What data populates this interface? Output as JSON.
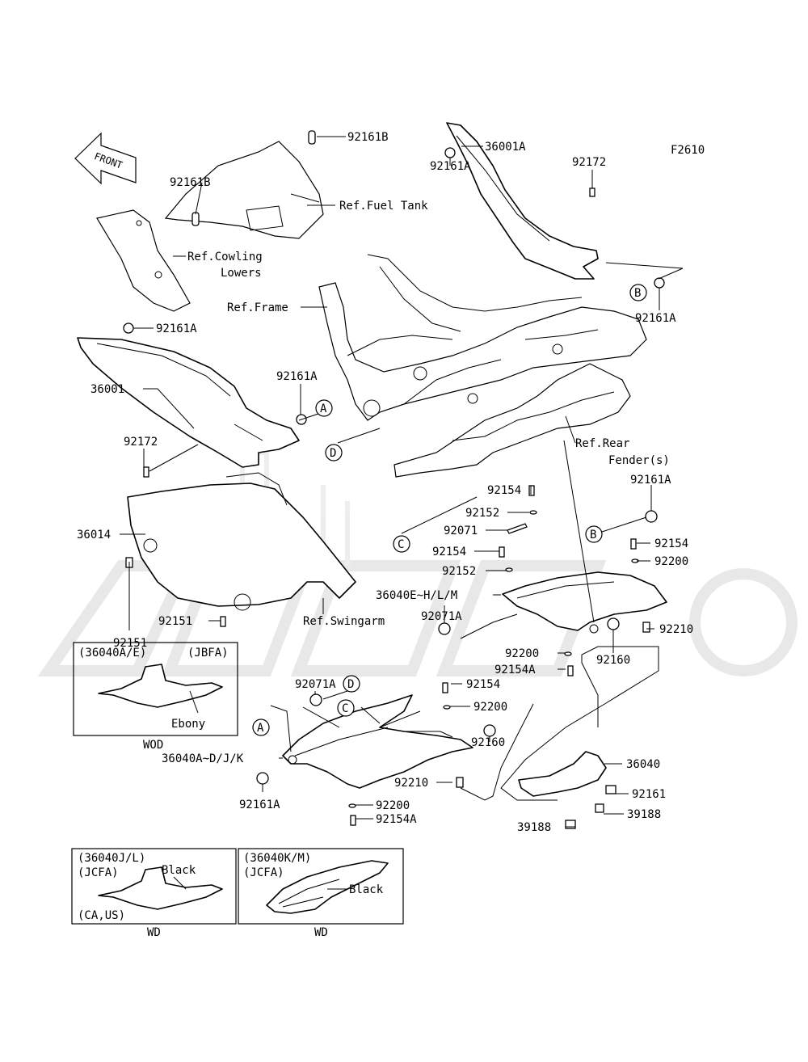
{
  "figure_code": "F2610",
  "front_label": "FRONT",
  "callouts": [
    {
      "id": "c1",
      "text": "92161B"
    },
    {
      "id": "c2",
      "text": "36001A"
    },
    {
      "id": "c3",
      "text": "92161B"
    },
    {
      "id": "c4",
      "text": "Ref.Fuel Tank"
    },
    {
      "id": "c5",
      "text": "92161A"
    },
    {
      "id": "c6",
      "text": "92172"
    },
    {
      "id": "c7",
      "text": "Ref.Cowling"
    },
    {
      "id": "c8",
      "text": "Lowers"
    },
    {
      "id": "c9",
      "text": "Ref.Frame"
    },
    {
      "id": "c10",
      "text": "92161A"
    },
    {
      "id": "c11",
      "text": "92161A"
    },
    {
      "id": "c12",
      "text": "92161A"
    },
    {
      "id": "c13",
      "text": "36001"
    },
    {
      "id": "c14",
      "text": "92172"
    },
    {
      "id": "c15",
      "text": "Ref.Rear"
    },
    {
      "id": "c16",
      "text": "Fender(s)"
    },
    {
      "id": "c17",
      "text": "92154"
    },
    {
      "id": "c18",
      "text": "92161A"
    },
    {
      "id": "c19",
      "text": "92152"
    },
    {
      "id": "c20",
      "text": "36014"
    },
    {
      "id": "c21",
      "text": "92071"
    },
    {
      "id": "c22",
      "text": "92154"
    },
    {
      "id": "c23",
      "text": "92154"
    },
    {
      "id": "c24",
      "text": "92200"
    },
    {
      "id": "c25",
      "text": "92152"
    },
    {
      "id": "c26",
      "text": "92151"
    },
    {
      "id": "c27",
      "text": "36040E~H/L/M"
    },
    {
      "id": "c28",
      "text": "92071A"
    },
    {
      "id": "c29",
      "text": "92151"
    },
    {
      "id": "c30",
      "text": "Ref.Swingarm"
    },
    {
      "id": "c31",
      "text": "92210"
    },
    {
      "id": "c32",
      "text": "92200"
    },
    {
      "id": "c33",
      "text": "92154A"
    },
    {
      "id": "c34",
      "text": "92160"
    },
    {
      "id": "c35",
      "text": "92071A"
    },
    {
      "id": "c36",
      "text": "92154"
    },
    {
      "id": "c37",
      "text": "92200"
    },
    {
      "id": "c38",
      "text": "36040A~D/J/K"
    },
    {
      "id": "c39",
      "text": "92160"
    },
    {
      "id": "c40",
      "text": "36040"
    },
    {
      "id": "c41",
      "text": "92210"
    },
    {
      "id": "c42",
      "text": "92161"
    },
    {
      "id": "c43",
      "text": "92161A"
    },
    {
      "id": "c44",
      "text": "92200"
    },
    {
      "id": "c45",
      "text": "39188"
    },
    {
      "id": "c46",
      "text": "92154A"
    },
    {
      "id": "c47",
      "text": "39188"
    }
  ],
  "ref_letters": [
    {
      "id": "rB1",
      "text": "B"
    },
    {
      "id": "rA1",
      "text": "A"
    },
    {
      "id": "rD1",
      "text": "D"
    },
    {
      "id": "rC1",
      "text": "C"
    },
    {
      "id": "rB2",
      "text": "B"
    },
    {
      "id": "rD2",
      "text": "D"
    },
    {
      "id": "rC2",
      "text": "C"
    },
    {
      "id": "rA2",
      "text": "A"
    }
  ],
  "variant_boxes": [
    {
      "id": "v1",
      "code": "(36040A/E)",
      "model": "(JBFA)",
      "color": "Ebony",
      "region": "",
      "caption": "WOD"
    },
    {
      "id": "v2",
      "code": "(36040J/L)",
      "model": "(JCFA)",
      "color": "Black",
      "region": "(CA,US)",
      "caption": "WD"
    },
    {
      "id": "v3",
      "code": "(36040K/M)",
      "model": "(JCFA)",
      "color": "Black",
      "region": "",
      "caption": "WD"
    }
  ]
}
